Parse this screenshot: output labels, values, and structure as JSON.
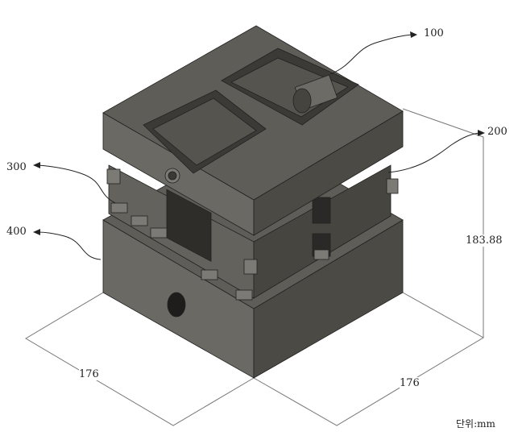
{
  "labels": {
    "part_100": "100",
    "part_200": "200",
    "part_300": "300",
    "part_400": "400",
    "height_dim": "183.88",
    "width_dim_left": "176",
    "width_dim_right": "176",
    "unit": "단위:mm"
  },
  "colors": {
    "top_face": "#5e5d57",
    "left_face": "#6a6964",
    "right_face": "#4c4a44",
    "line": "#222222",
    "dim_line": "#777777"
  }
}
